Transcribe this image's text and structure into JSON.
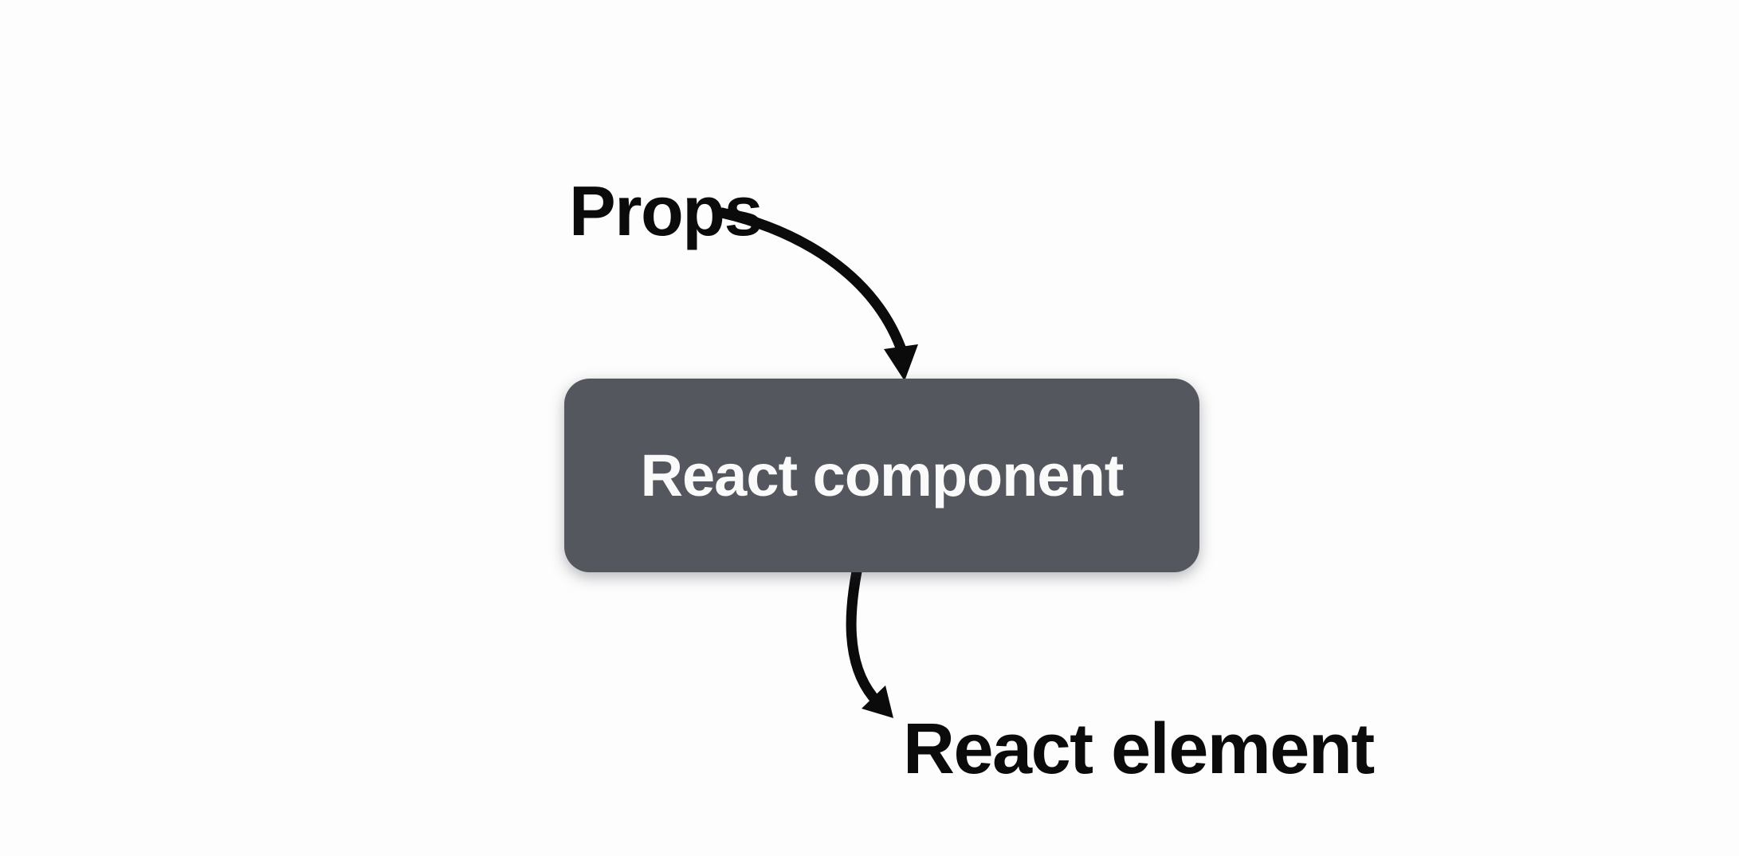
{
  "diagram": {
    "input_label": "Props",
    "component": {
      "label": "React component",
      "fill": "#54575e",
      "text_color": "#fafafa"
    },
    "output_label": "React element",
    "ink_color": "#0b0b0b",
    "background": "#fdfdfd"
  }
}
